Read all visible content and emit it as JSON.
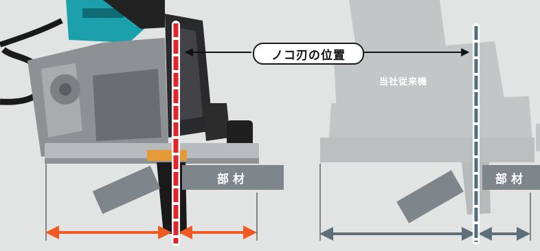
{
  "labels": {
    "blade_position": "ノコ刃の位置",
    "conventional_model": "当社従来機",
    "material_left": "部材",
    "material_right": "部材"
  },
  "colors": {
    "new_model_arrow": "#ee5a22",
    "new_model_blade_line": "#e3242b",
    "conventional_arrow": "#5e6f79",
    "conventional_blade_line": "#4f6d7a",
    "material_board": "#7e868c",
    "tool_body": "#1ba0ac"
  }
}
